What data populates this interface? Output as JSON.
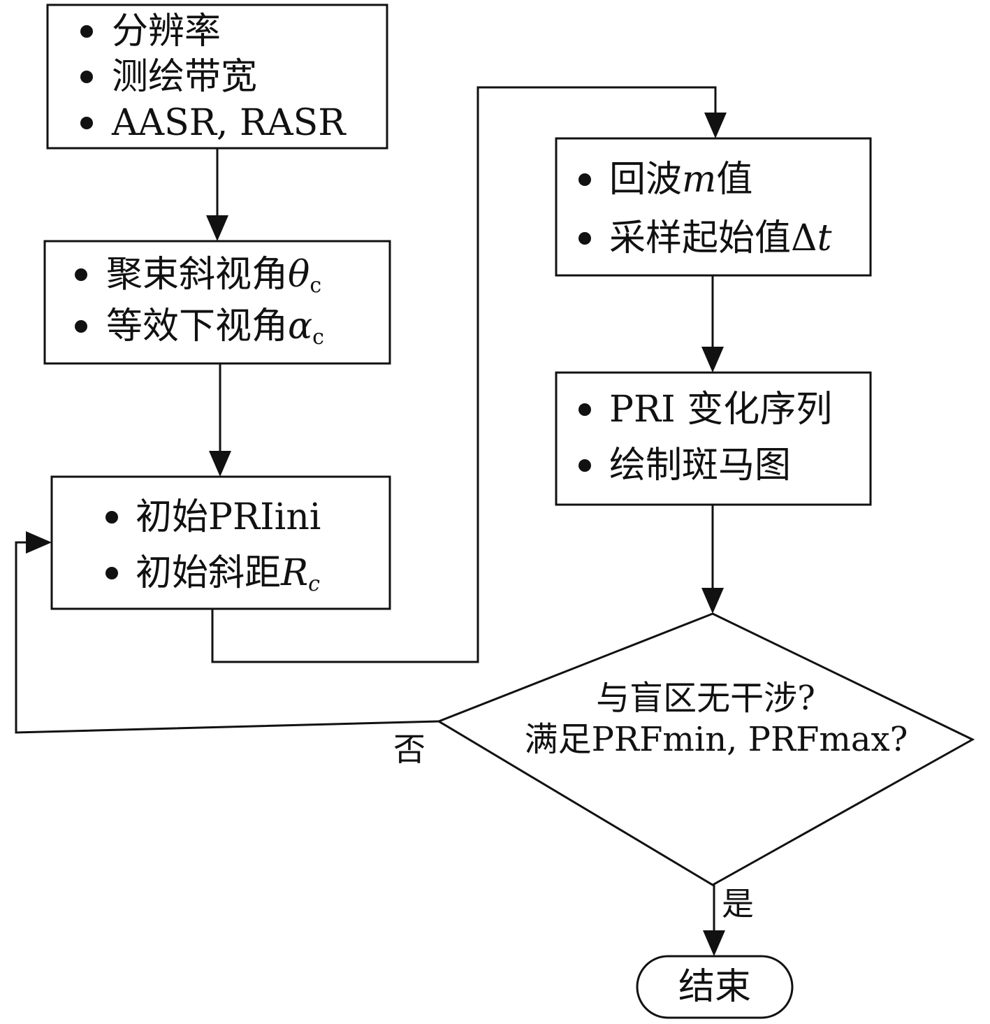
{
  "nodes": {
    "requirements": {
      "items": [
        {
          "text": "分辨率"
        },
        {
          "text": "测绘带宽"
        },
        {
          "text": "AASR, RASR"
        }
      ]
    },
    "angles": {
      "items": [
        {
          "text": "聚束斜视角",
          "symbol": "θ",
          "subscript": "c"
        },
        {
          "text": "等效下视角",
          "symbol": "α",
          "subscript": "c"
        }
      ]
    },
    "initial": {
      "items": [
        {
          "text": "初始PRIini"
        },
        {
          "text": "初始斜距",
          "symbol": "R",
          "subscript": "c"
        }
      ]
    },
    "echo": {
      "items": [
        {
          "prefix": "回波",
          "symbol": "m",
          "suffix": "值"
        },
        {
          "text": "采样起始值Δ",
          "symbol": "t"
        }
      ]
    },
    "pri_sequence": {
      "items": [
        {
          "text": "PRI 变化序列"
        },
        {
          "text": "绘制斑马图"
        }
      ]
    },
    "decision": {
      "line1": "与盲区无干涉?",
      "line2": "满足PRFmin, PRFmax?"
    },
    "end": {
      "label": "结束"
    }
  },
  "edges": {
    "no_label": "否",
    "yes_label": "是"
  }
}
